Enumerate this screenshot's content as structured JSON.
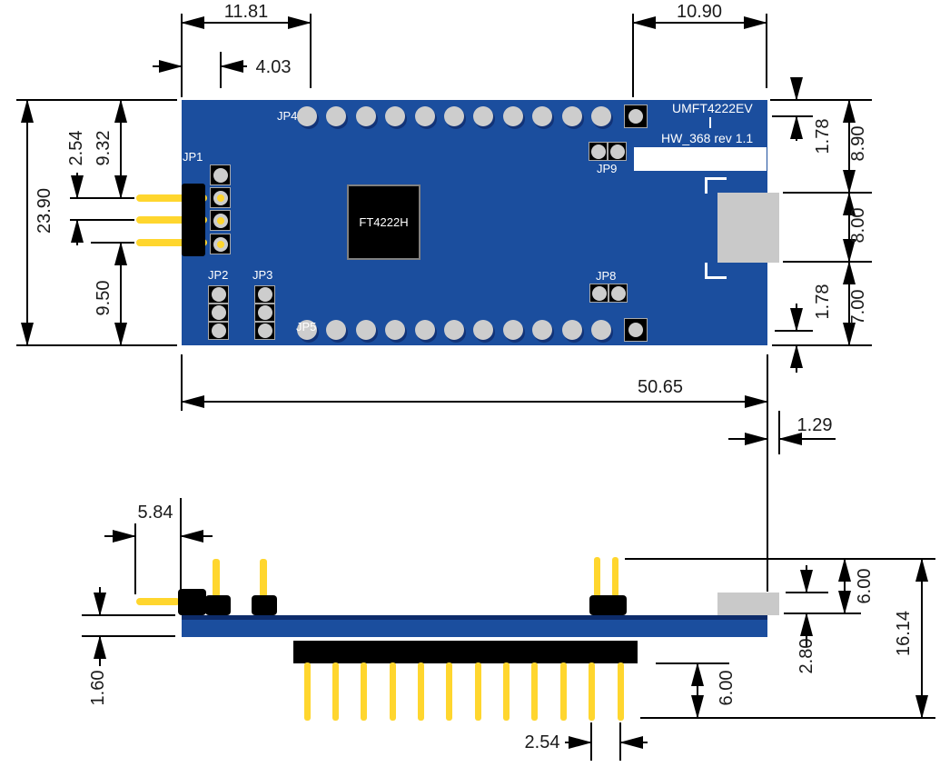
{
  "board": {
    "silkscreen": {
      "model": "UMFT4222EV",
      "revision": "HW_368 rev 1.1",
      "chip": "FT4222H",
      "jp1": "JP1",
      "jp2": "JP2",
      "jp3": "JP3",
      "jp4": "JP4",
      "jp5": "JP5",
      "jp8": "JP8",
      "jp9": "JP9"
    },
    "top_row_holes": 11,
    "bottom_row_holes": 11,
    "bottom_pins": 12,
    "colors": {
      "pcb": "#1b4e9e",
      "pcb_dark": "#0d2c6b",
      "pin": "#ffd62e",
      "pad": "#cdcdcd",
      "usb": "#c9c9c9",
      "comp": "#000000",
      "silk": "#ffffff",
      "line": "#000000",
      "text": "#1a1a1a"
    }
  },
  "dims": {
    "w_11_81": "11.81",
    "w_4_03": "4.03",
    "w_10_90": "10.90",
    "h_2_54": "2.54",
    "h_9_32": "9.32",
    "h_23_90": "23.90",
    "h_9_50": "9.50",
    "r_1_78_top": "1.78",
    "r_8_90": "8.90",
    "r_8_00": "8.00",
    "r_7_00": "7.00",
    "r_1_78_bot": "1.78",
    "w_50_65": "50.65",
    "w_1_29": "1.29",
    "w_5_84": "5.84",
    "h_1_60": "1.60",
    "s_6_00_top": "6.00",
    "s_2_80": "2.80",
    "s_16_14": "16.14",
    "s_6_00_bot": "6.00",
    "s_2_54": "2.54"
  }
}
